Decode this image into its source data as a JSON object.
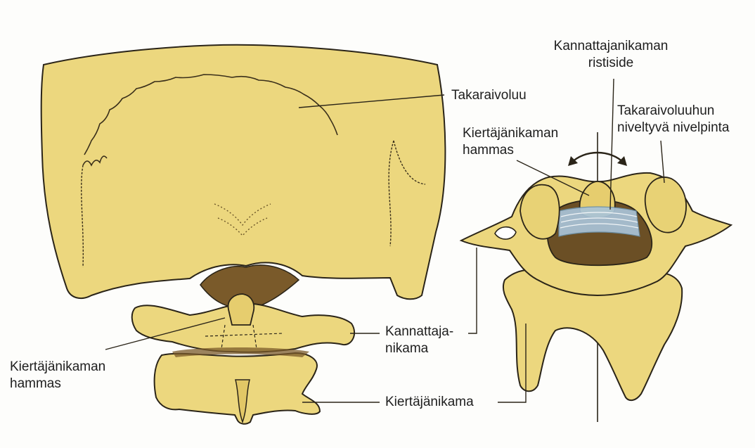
{
  "labels": {
    "occipital_bone": "Takaraivoluu",
    "atlas_cross_ligament": [
      "Kannattajanikaman",
      "ristiside"
    ],
    "occipital_articular_surface": [
      "Takaraivoluuhun",
      "niveltyvä nivelpinta"
    ],
    "dens_right": [
      "Kiertäjänikaman",
      "hammas"
    ],
    "atlas_vertebra": [
      "Kannattaja-",
      "nikama"
    ],
    "dens_left": [
      "Kiertäjänikaman",
      "hammas"
    ],
    "axis_vertebra": "Kiertäjänikama"
  },
  "colors": {
    "bone": "#ecd77e",
    "bone_shadow": "#b89a3c",
    "outline": "#2a2418",
    "ligament": "#a9c4d8",
    "background": "#fdfdfb"
  }
}
